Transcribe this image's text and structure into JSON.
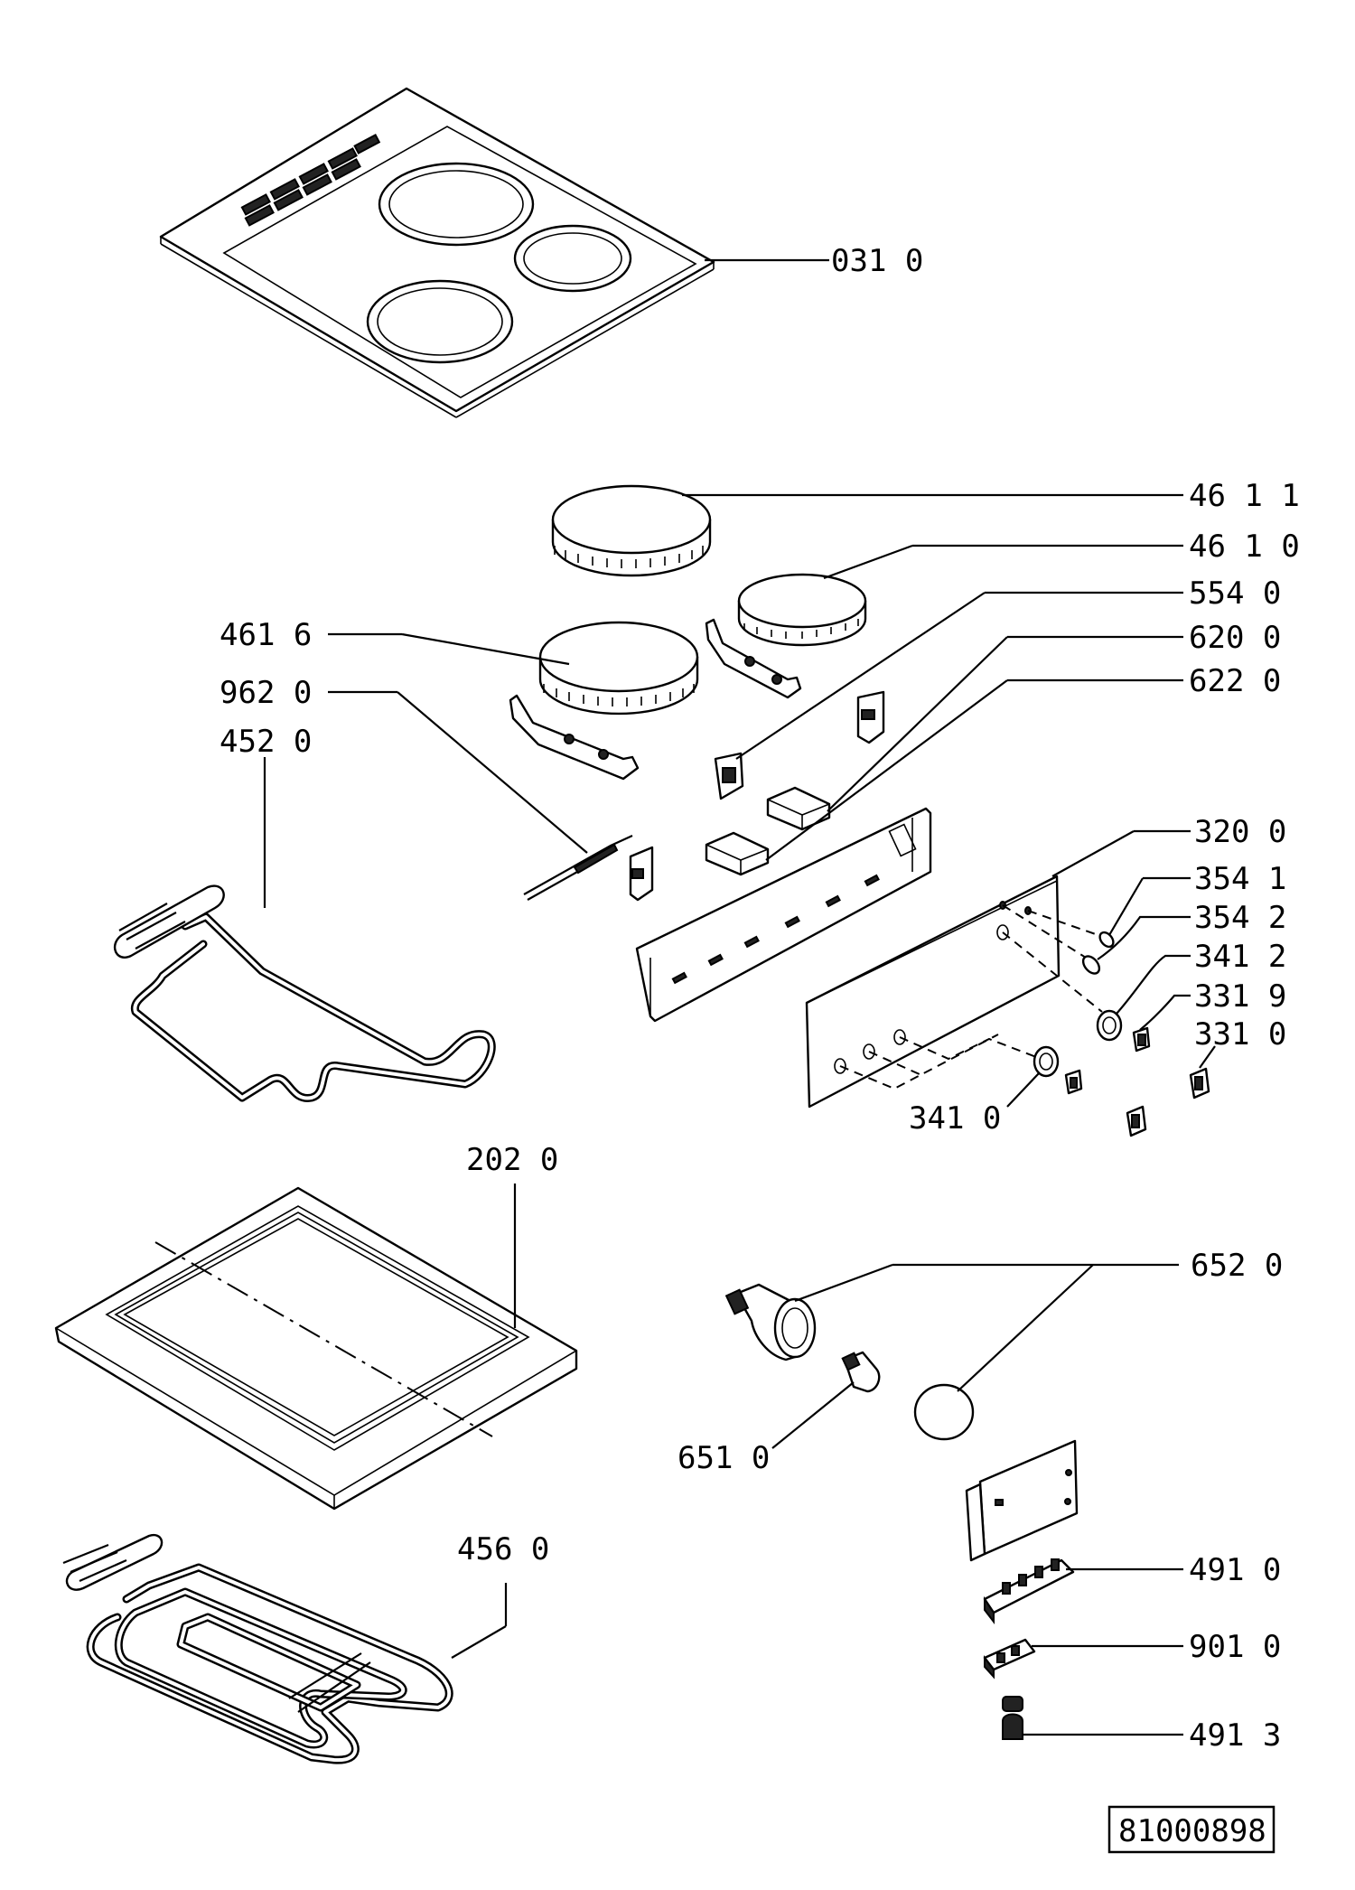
{
  "document_code": "81000898",
  "callouts": {
    "c0310": "031 0",
    "c4611": "46 1 1",
    "c4610": "46 1 0",
    "c5540": "554 0",
    "c6200": "620 0",
    "c6220": "622 0",
    "c4616": "461 6",
    "c9620": "962 0",
    "c4520": "452 0",
    "c3200": "320 0",
    "c3541": "354 1",
    "c3542": "354 2",
    "c3412": "341 2",
    "c3319": "331 9",
    "c3310": "331 0",
    "c3410": "341 0",
    "c2020": "202 0",
    "c6520": "652 0",
    "c6510": "651 0",
    "c4560": "456 0",
    "c4910": "491 0",
    "c9010": "901 0",
    "c4913": "491 3"
  }
}
